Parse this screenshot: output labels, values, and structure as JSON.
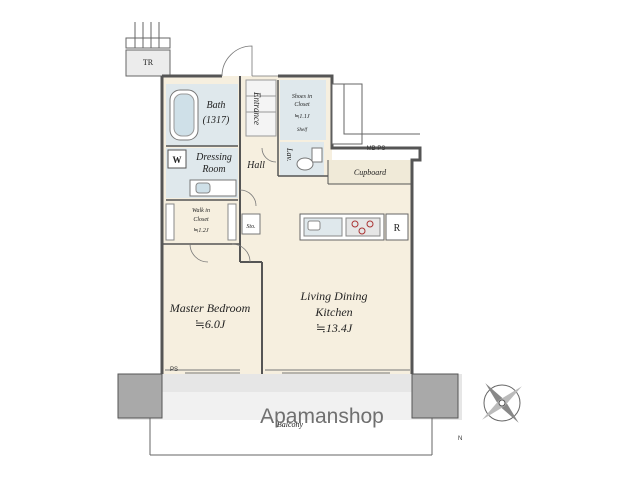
{
  "rooms": {
    "tr": "TR",
    "bath": "Bath",
    "bath_size": "(1317)",
    "entrance": "Entrance",
    "shoes_closet_1": "Shoes in",
    "shoes_closet_2": "Closet",
    "shoes_closet_size": "≒1.1J",
    "shelf": "Shelf",
    "mb_ps": "MB PS",
    "w": "W",
    "dressing_1": "Dressing",
    "dressing_2": "Room",
    "hall": "Hall",
    "lav": "Lav.",
    "cupboard": "Cupboard",
    "wic_1": "Walk in",
    "wic_2": "Closet",
    "wic_size": "≒1.2J",
    "sto": "Sto.",
    "r": "R",
    "master_bedroom": "Master Bedroom",
    "master_bedroom_size": "≒6.0J",
    "ldk_1": "Living Dining",
    "ldk_2": "Kitchen",
    "ldk_size": "≒13.4J",
    "ps": "PS",
    "balcony": "Balcony"
  },
  "watermark": "Apamanshop",
  "compass": {
    "north_label": "N"
  },
  "colors": {
    "wall": "#555555",
    "floor": "#f6efdf",
    "wet_floor": "#dfe8ec",
    "balcony": "#e4e4e4",
    "kitchen": "#dfe8ec"
  }
}
